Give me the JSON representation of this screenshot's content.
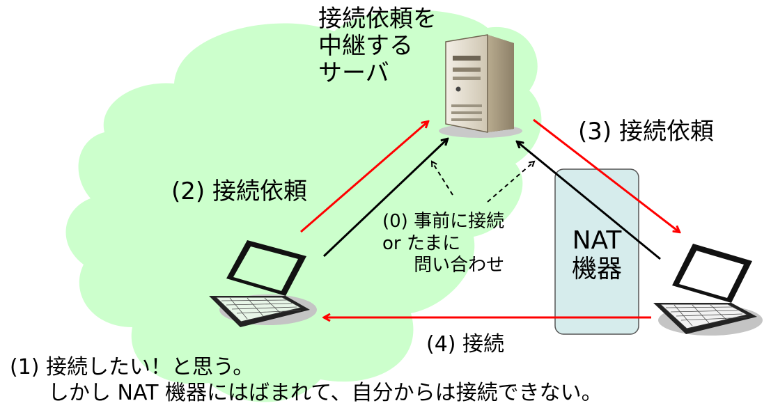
{
  "server_label": [
    "接続依頼を",
    "中継する",
    "サーバ"
  ],
  "step0_label": [
    "(0) 事前に接続",
    "or たまに",
    "問い合わせ"
  ],
  "step1_label": [
    "(1) 接続したい！と思う。",
    "しかし NAT 機器にはばまれて、自分からは接続できない。"
  ],
  "step2_label": "(2) 接続依頼",
  "step3_label": "(3) 接続依頼",
  "step4_label": "(4) 接続",
  "nat_label": [
    "NAT",
    "機器"
  ],
  "colors": {
    "cloud": "#ccffcc",
    "nat_box_fill": "#d6ecec",
    "request_arrow": "#ff0000",
    "flow_arrow": "#000000"
  },
  "icons": [
    "server-icon",
    "laptop-icon",
    "laptop-icon"
  ]
}
